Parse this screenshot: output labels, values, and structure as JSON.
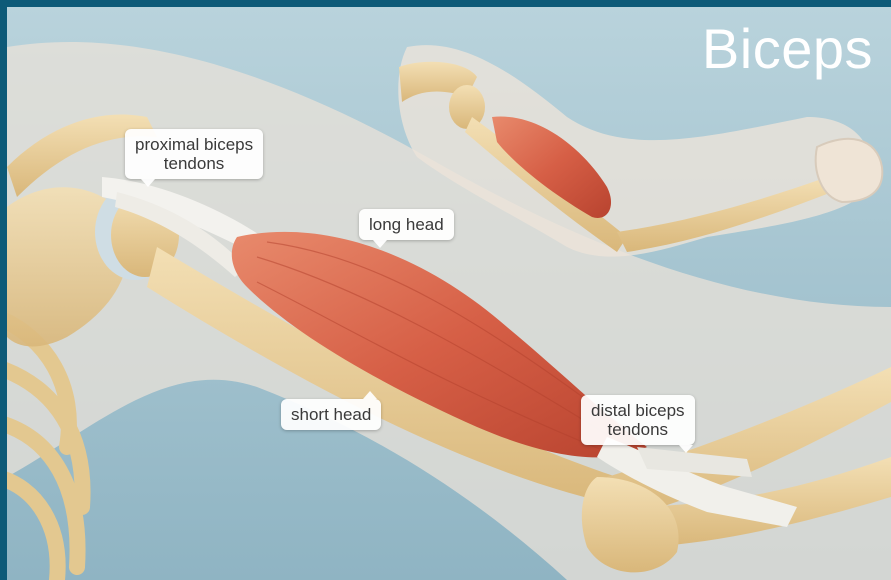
{
  "title": "Biceps",
  "labels": {
    "proximal": {
      "line1": "proximal biceps",
      "line2": "tendons"
    },
    "long_head": "long head",
    "short_head": "short head",
    "distal": {
      "line1": "distal biceps",
      "line2": "tendons"
    }
  },
  "colors": {
    "frame": "#0d5a78",
    "background": "#a9c8d3",
    "skin": "#e7dcd0",
    "bone": "#e8cf9c",
    "muscle": "#d9634a",
    "tendon": "#f2f2ee"
  }
}
